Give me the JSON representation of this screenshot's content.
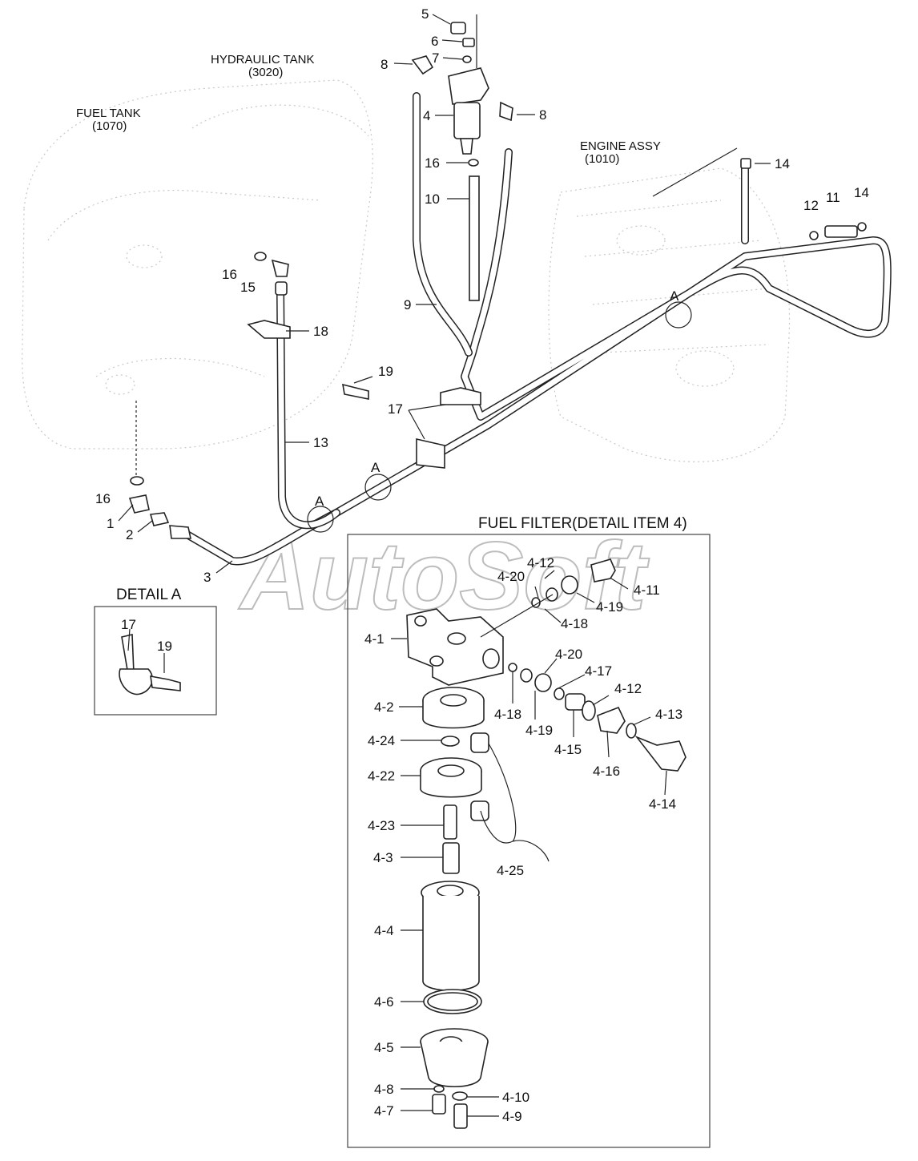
{
  "titles": {
    "hydraulic_tank": "HYDRAULIC TANK",
    "hydraulic_tank_code": "(3020)",
    "fuel_tank": "FUEL TANK",
    "fuel_tank_code": "(1070)",
    "engine_assy": "ENGINE ASSY",
    "engine_assy_code": "(1010)",
    "detail_a": "DETAIL  A",
    "fuel_filter_detail": "FUEL FILTER(DETAIL ITEM 4)"
  },
  "watermark": "AutoSoft",
  "labels": {
    "p5": "5",
    "p6": "6",
    "p7": "7",
    "p8a": "8",
    "p8b": "8",
    "p4": "4",
    "p16a": "16",
    "p10": "10",
    "p14a": "14",
    "p12": "12",
    "p11": "11",
    "p14b": "14",
    "p16b": "16",
    "p15": "15",
    "p18": "18",
    "p9": "9",
    "p19": "19",
    "p17": "17",
    "p13": "13",
    "p16c": "16",
    "p1": "1",
    "p2": "2",
    "p3": "3",
    "a1": "A",
    "a2": "A",
    "a3": "A",
    "d17": "17",
    "d19": "19",
    "f4_12a": "4-12",
    "f4_20a": "4-20",
    "f4_11": "4-11",
    "f4_19a": "4-19",
    "f4_18a": "4-18",
    "f4_1": "4-1",
    "f4_20b": "4-20",
    "f4_17": "4-17",
    "f4_12b": "4-12",
    "f4_2": "4-2",
    "f4_18b": "4-18",
    "f4_19b": "4-19",
    "f4_13": "4-13",
    "f4_24": "4-24",
    "f4_15": "4-15",
    "f4_16": "4-16",
    "f4_22": "4-22",
    "f4_14": "4-14",
    "f4_23": "4-23",
    "f4_3": "4-3",
    "f4_25": "4-25",
    "f4_4": "4-4",
    "f4_6": "4-6",
    "f4_5": "4-5",
    "f4_8": "4-8",
    "f4_10": "4-10",
    "f4_7": "4-7",
    "f4_9": "4-9"
  }
}
